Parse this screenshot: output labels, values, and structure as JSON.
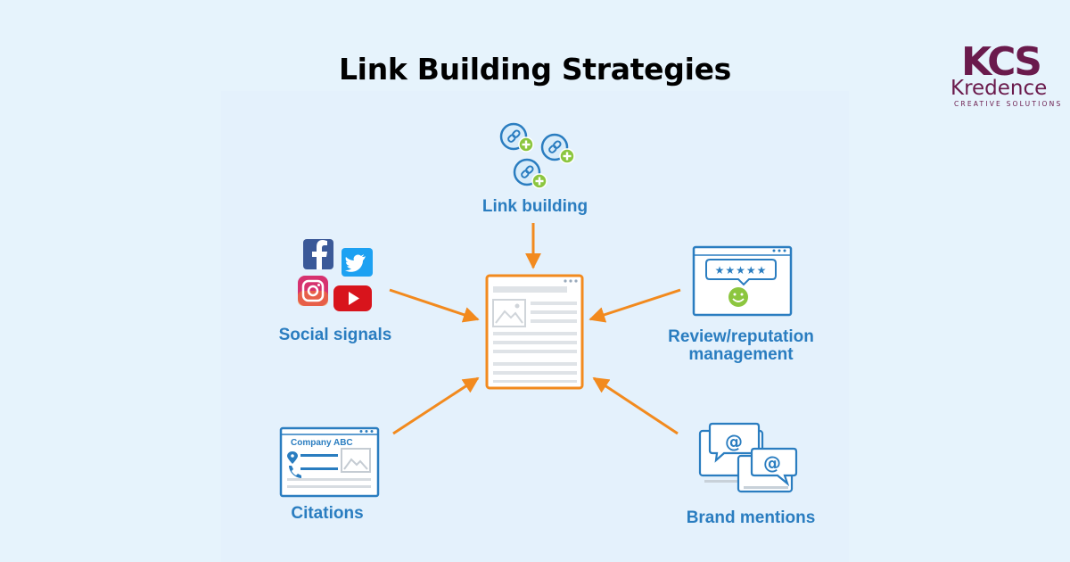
{
  "title": "Link Building Strategies",
  "logo": {
    "mark": "KCS",
    "name": "Kredence",
    "tagline": "CREATIVE SOLUTIONS"
  },
  "nodes": {
    "link_building": {
      "label": "Link building",
      "icon": "link-add-icon"
    },
    "social_signals": {
      "label": "Social signals",
      "icon": "social-media-icons"
    },
    "review": {
      "label_line1": "Review/reputation",
      "label_line2": "management",
      "icon": "review-window-icon"
    },
    "citations": {
      "label": "Citations",
      "company": "Company ABC",
      "icon": "citation-window-icon"
    },
    "brand_mentions": {
      "label": "Brand mentions",
      "icon": "at-speech-bubble-icon"
    }
  },
  "center": {
    "icon": "web-page-icon"
  },
  "colors": {
    "accent_blue": "#2a7dc0",
    "arrow_orange": "#f28a1e",
    "plus_green": "#8cc63f",
    "brand_purple": "#6a1a4c"
  }
}
